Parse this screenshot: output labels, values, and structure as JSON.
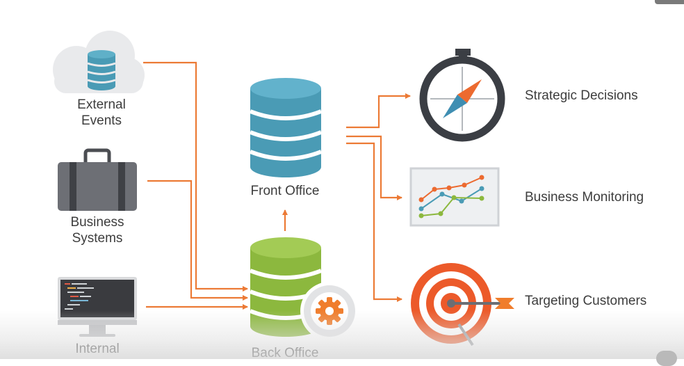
{
  "sources": [
    {
      "line1": "External",
      "line2": "Events",
      "icon": "cloud-database-icon"
    },
    {
      "line1": "Business",
      "line2": "Systems",
      "icon": "briefcase-icon"
    },
    {
      "line1": "Internal",
      "icon": "monitor-code-icon"
    }
  ],
  "hubs": {
    "front_office": "Front Office",
    "back_office": "Back Office"
  },
  "outcomes": [
    {
      "label": "Strategic Decisions",
      "icon": "compass-icon"
    },
    {
      "label": "Business Monitoring",
      "icon": "line-chart-icon"
    },
    {
      "label": "Targeting Customers",
      "icon": "target-icon"
    }
  ],
  "colors": {
    "arrow": "#ec7a35",
    "front_db": "#4a9bb5",
    "back_db": "#8cb83e",
    "gear": "#f07d2c",
    "target_red": "#ec5a2a",
    "compass_dark": "#3b3e44"
  }
}
